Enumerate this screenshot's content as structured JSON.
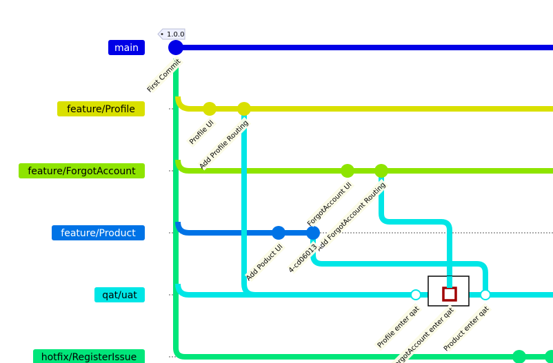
{
  "tag": {
    "label": "1.0.0"
  },
  "branches": [
    {
      "id": "main",
      "label": "main",
      "color": "#0000e6",
      "text_color": "#ffffff"
    },
    {
      "id": "profile",
      "label": "feature/Profile",
      "color": "#d9e000",
      "text_color": "#000000"
    },
    {
      "id": "forgot",
      "label": "feature/ForgotAccount",
      "color": "#8ee400",
      "text_color": "#000000"
    },
    {
      "id": "product",
      "label": "feature/Product",
      "color": "#0073e6",
      "text_color": "#ffffff"
    },
    {
      "id": "qat",
      "label": "qat/uat",
      "color": "#00e6e6",
      "text_color": "#000000"
    },
    {
      "id": "hotfix",
      "label": "hotfix/RegisterIssue",
      "color": "#00e67a",
      "text_color": "#000000"
    }
  ],
  "commits": [
    {
      "id": "first",
      "label": "First Commit",
      "branch": "main"
    },
    {
      "id": "profile_ui",
      "label": "Profile UI",
      "branch": "profile"
    },
    {
      "id": "profile_routing",
      "label": "Add Profile Routing",
      "branch": "profile"
    },
    {
      "id": "forgot_ui",
      "label": "ForgotAccount UI",
      "branch": "forgot"
    },
    {
      "id": "forgot_routing",
      "label": "Add ForgotAccount Routing",
      "branch": "forgot"
    },
    {
      "id": "product_ui",
      "label": "Add Poduct UI",
      "branch": "product"
    },
    {
      "id": "product_hash",
      "label": "4-cd06013",
      "branch": "product"
    },
    {
      "id": "profile_qat",
      "label": "Profile enter qat",
      "branch": "qat"
    },
    {
      "id": "forgot_qat",
      "label": "ForgotAccount enter qat",
      "branch": "qat"
    },
    {
      "id": "product_qat",
      "label": "Product enter qat",
      "branch": "qat"
    }
  ]
}
